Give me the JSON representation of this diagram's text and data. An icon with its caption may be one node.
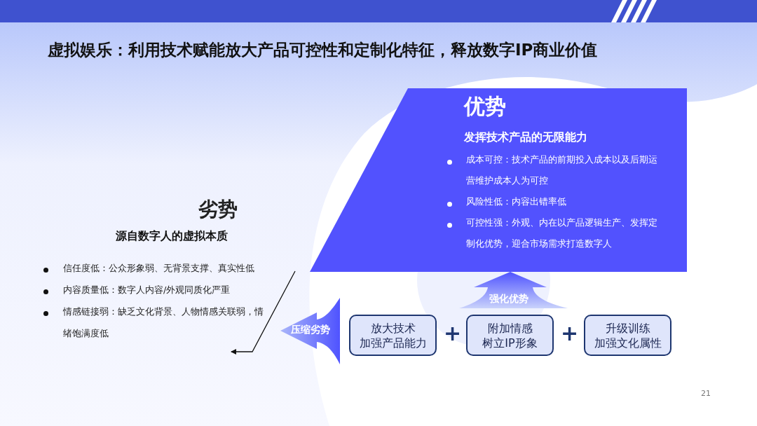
{
  "diagram": {
    "title": "虚拟娱乐：利用技术赋能放大产品可控性和定制化特征，释放数字IP商业价值",
    "nodes": [
      {
        "text": [
          "优势",
          "发挥技术产品的无限能力",
          "成本可控：技术产品的前期投入成本以及后期运营维护成本人为可控",
          "风险性低：内容出错率低",
          "可控性强：外观、内在以产品逻辑生产、发挥定制化优势，迎合市场需求打造数字人"
        ]
      },
      {
        "text": [
          "劣势",
          "源自数字人的虚拟本质",
          "信任度低：公众形象弱、无背景支撑、真实性低",
          "内容质量低：数字人内容/外观同质化严重",
          "情感链接弱：缺乏文化背景、人物情感关联弱，情绪饱满度低"
        ]
      },
      {
        "text": [
          "放大技术",
          "加强产品能力"
        ]
      },
      {
        "text": [
          "附加情感",
          "树立IP形象"
        ]
      },
      {
        "text": [
          "升级训练",
          "加强文化属性"
        ]
      }
    ],
    "edges": [
      {
        "from": 3,
        "to": 0,
        "arrow": "to",
        "label": "强化优势"
      },
      {
        "from": 2,
        "to": 1,
        "arrow": "to",
        "label": "压缩劣势"
      }
    ],
    "labels": [
      "+",
      "+",
      "21"
    ]
  }
}
